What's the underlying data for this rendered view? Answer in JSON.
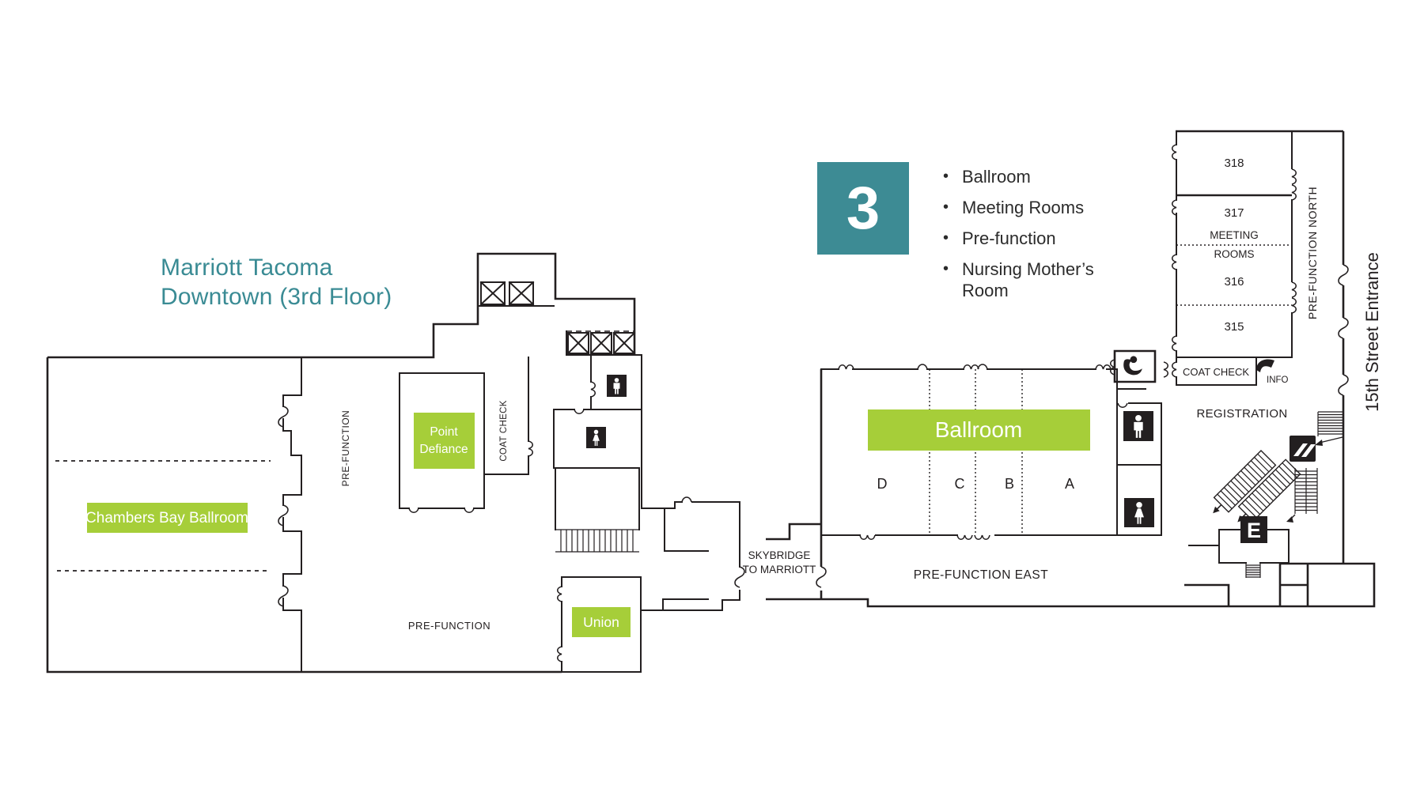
{
  "title": {
    "line1": "Marriott Tacoma",
    "line2": "Downtown (3rd Floor)"
  },
  "legend": {
    "floor_number": "3",
    "items": [
      "Ballroom",
      "Meeting Rooms",
      "Pre-function",
      "Nursing Mother’s Room"
    ]
  },
  "colors": {
    "teal": "#3d8b94",
    "green": "#a6ce39",
    "wall": "#231f20"
  },
  "left_building": {
    "chambers_bay": "Chambers Bay Ballroom",
    "point_defiance_line1": "Point",
    "point_defiance_line2": "Defiance",
    "union": "Union",
    "pre_function_side": "PRE-FUNCTION",
    "pre_function_bottom": "PRE-FUNCTION",
    "coat_check": "COAT CHECK"
  },
  "right_building": {
    "ballroom": "Ballroom",
    "sections": [
      "D",
      "C",
      "B",
      "A"
    ],
    "rooms": [
      "318",
      "317",
      "316",
      "315"
    ],
    "meeting_label_line1": "MEETING",
    "meeting_label_line2": "ROOMS",
    "pre_function_north": "PRE-FUNCTION NORTH",
    "street_entrance": "15th Street Entrance",
    "coat_check": "COAT CHECK",
    "info": "INFO",
    "registration": "REGISTRATION",
    "pre_function_east": "PRE-FUNCTION EAST",
    "skybridge_line1": "SKYBRIDGE",
    "skybridge_line2": "TO MARRIOTT",
    "elevator_letter": "E"
  }
}
